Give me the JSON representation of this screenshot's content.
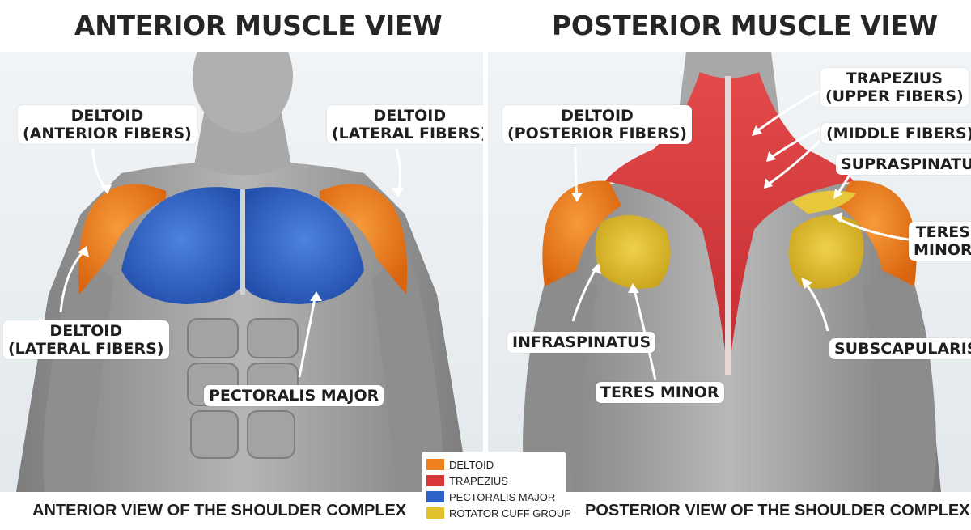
{
  "titles": {
    "anterior": "ANTERIOR MUSCLE VIEW",
    "posterior": "POSTERIOR MUSCLE VIEW"
  },
  "anterior_labels": {
    "deltoid_anterior": [
      "DELTOID",
      "(ANTERIOR FIBERS)"
    ],
    "deltoid_lateral_right": [
      "DELTOID",
      "(LATERAL FIBERS)"
    ],
    "deltoid_lateral_left": [
      "DELTOID",
      "(LATERAL FIBERS)"
    ],
    "pectoralis_major": "PECTORALIS MAJOR"
  },
  "posterior_labels": {
    "deltoid_posterior": [
      "DELTOID",
      "(POSTERIOR FIBERS)"
    ],
    "trapezius_upper": [
      "TRAPEZIUS",
      "(UPPER FIBERS)"
    ],
    "trapezius_middle": "(MIDDLE FIBERS)",
    "supraspinatus": "SUPRASPINATUS",
    "teres_minor_right": [
      "TERES",
      "MINOR"
    ],
    "infraspinatus": "INFRASPINATUS",
    "subscapularis": "SUBSCAPULARIS",
    "teres_minor_bottom": "TERES MINOR"
  },
  "legend": [
    {
      "label": "DELTOID",
      "color": "#f07f1d"
    },
    {
      "label": "TRAPEZIUS",
      "color": "#d9393b"
    },
    {
      "label": "PECTORALIS MAJOR",
      "color": "#2f62c9"
    },
    {
      "label": "ROTATOR CUFF GROUP",
      "color": "#e2c22a"
    }
  ],
  "captions": {
    "anterior": "ANTERIOR VIEW OF THE SHOULDER COMPLEX",
    "posterior": "POSTERIOR VIEW OF THE SHOULDER COMPLEX"
  },
  "colors": {
    "deltoid": "#f07f1d",
    "trapezius": "#d9393b",
    "pectoralis": "#2f62c9",
    "rotator_cuff": "#e2c22a",
    "muscle_gray": "#9a9a9a"
  }
}
